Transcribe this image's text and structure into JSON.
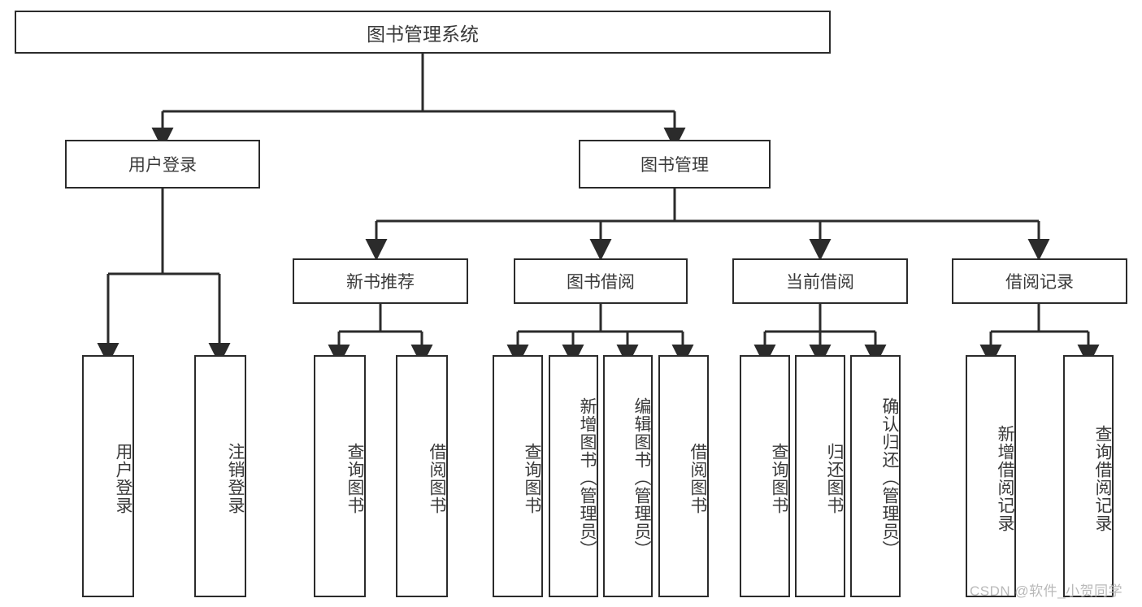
{
  "diagram": {
    "type": "tree",
    "title": "图书管理系统",
    "watermark": "CSDN @软件_小贺同学",
    "colors": {
      "stroke": "#2b2b2b",
      "text": "#3a3a3a",
      "background": "#ffffff",
      "watermark": "#b9b9b9"
    },
    "root": {
      "label": "图书管理系统"
    },
    "level1": [
      {
        "label": "用户登录"
      },
      {
        "label": "图书管理"
      }
    ],
    "level2": [
      {
        "label": "新书推荐"
      },
      {
        "label": "图书借阅"
      },
      {
        "label": "当前借阅"
      },
      {
        "label": "借阅记录"
      }
    ],
    "leaves": {
      "user_login": [
        {
          "label": "用户登录"
        },
        {
          "label": "注销登录"
        }
      ],
      "new_book": [
        {
          "label": "查询图书"
        },
        {
          "label": "借阅图书"
        }
      ],
      "book_borrow": [
        {
          "label": "查询图书"
        },
        {
          "label": "新增图书（管理员）"
        },
        {
          "label": "编辑图书（管理员）"
        },
        {
          "label": "借阅图书"
        }
      ],
      "current_borrow": [
        {
          "label": "查询图书"
        },
        {
          "label": "归还图书"
        },
        {
          "label": "确认归还（管理员）"
        }
      ],
      "borrow_record": [
        {
          "label": "新增借阅记录"
        },
        {
          "label": "查询借阅记录"
        }
      ]
    }
  }
}
